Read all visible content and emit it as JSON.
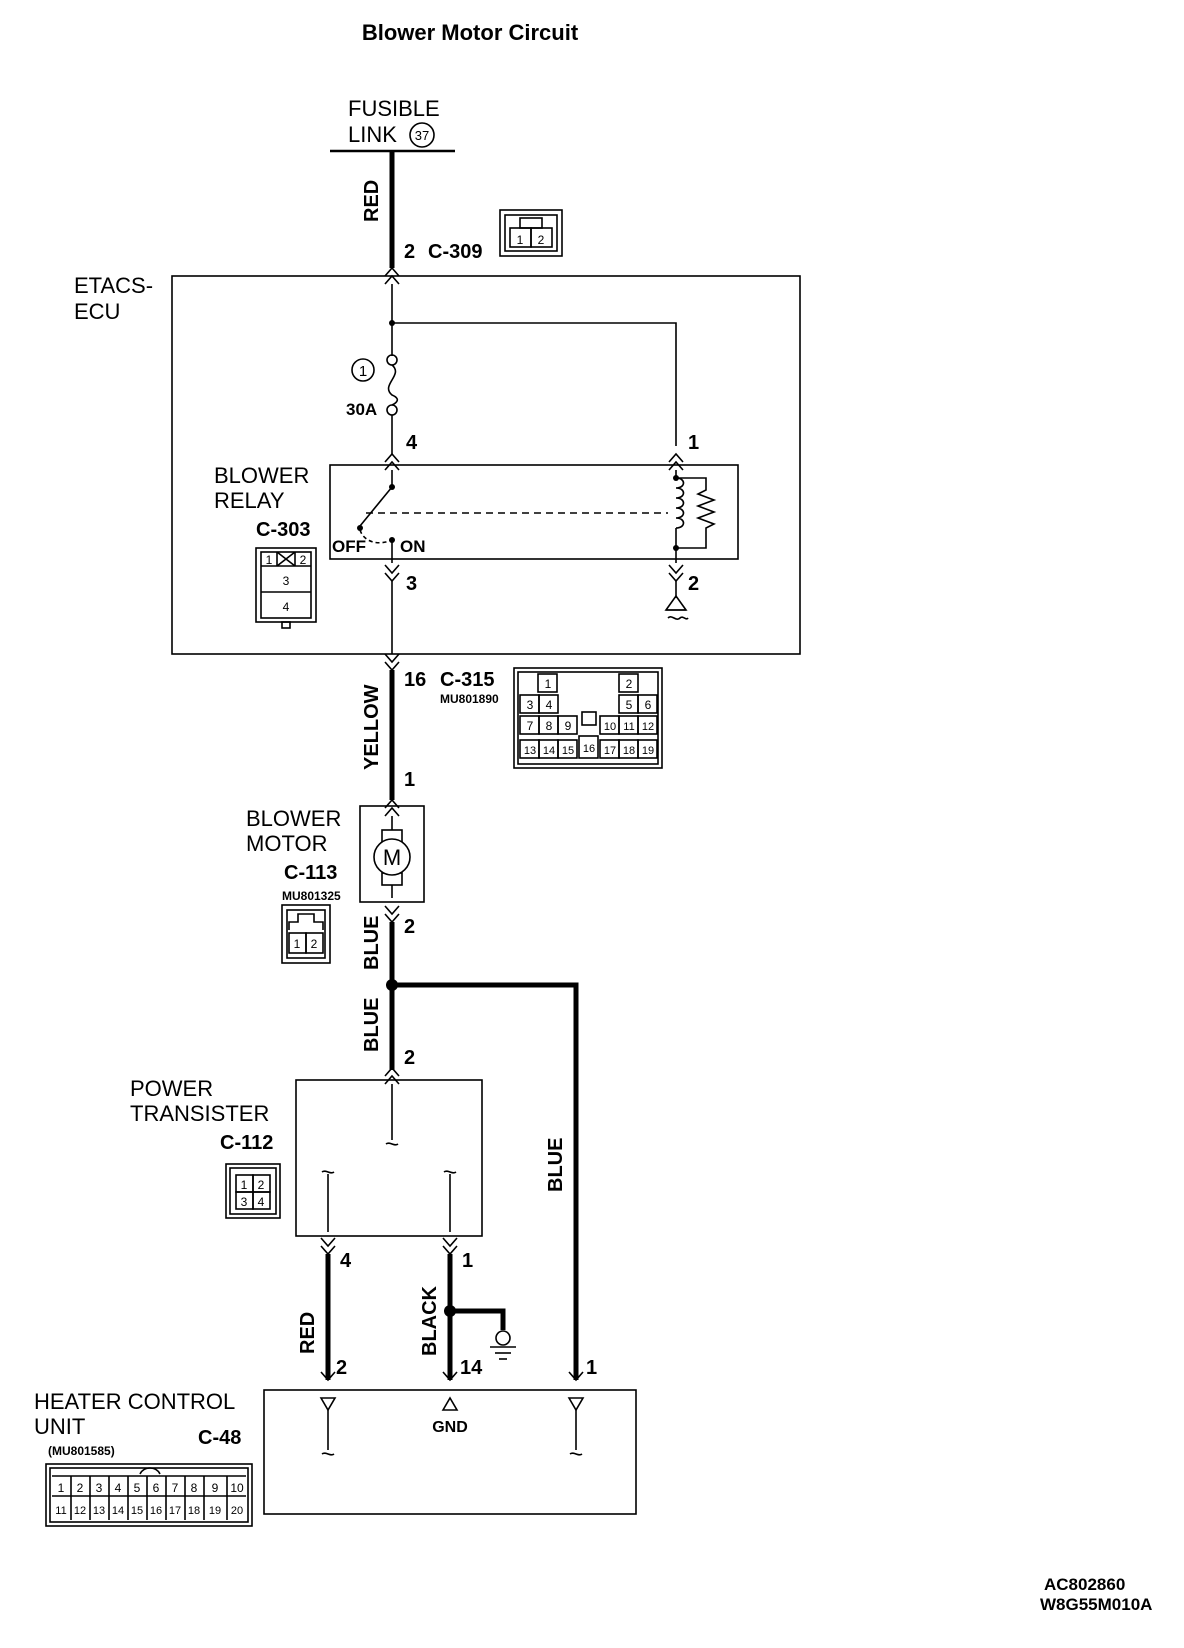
{
  "title": "Blower Motor Circuit",
  "fusible_link": {
    "line1": "FUSIBLE",
    "line2": "LINK",
    "number": "37"
  },
  "wires": {
    "red_top": "RED",
    "yellow": "YELLOW",
    "blue_1": "BLUE",
    "blue_2": "BLUE",
    "blue_3": "BLUE",
    "red_bottom": "RED",
    "black": "BLACK"
  },
  "etacs": {
    "line1": "ETACS-",
    "line2": "ECU"
  },
  "connectors": {
    "c309": {
      "label": "C-309",
      "pin": "2",
      "cells": [
        "1",
        "2"
      ]
    },
    "c303": {
      "label": "C-303",
      "cells": [
        "1",
        "2",
        "3",
        "4"
      ]
    },
    "c315": {
      "label": "C-315",
      "part": "MU801890",
      "pin": "16",
      "cells": [
        "1",
        "2",
        "3",
        "4",
        "5",
        "6",
        "7",
        "8",
        "9",
        "10",
        "11",
        "12",
        "13",
        "14",
        "15",
        "16",
        "17",
        "18",
        "19"
      ]
    },
    "c113": {
      "label": "C-113",
      "part": "MU801325",
      "cells": [
        "1",
        "2"
      ]
    },
    "c112": {
      "label": "C-112",
      "cells": [
        "1",
        "2",
        "3",
        "4"
      ]
    },
    "c48": {
      "label": "C-48",
      "part": "(MU801585)",
      "cells": [
        "1",
        "2",
        "3",
        "4",
        "5",
        "6",
        "7",
        "8",
        "9",
        "10",
        "11",
        "12",
        "13",
        "14",
        "15",
        "16",
        "17",
        "18",
        "19",
        "20"
      ]
    }
  },
  "fuse": {
    "number": "1",
    "rating": "30A"
  },
  "relay": {
    "line1": "BLOWER",
    "line2": "RELAY",
    "off": "OFF",
    "on": "ON",
    "pin4": "4",
    "pin1": "1",
    "pin3": "3",
    "pin2": "2"
  },
  "motor": {
    "line1": "BLOWER",
    "line2": "MOTOR",
    "symbol": "M",
    "pin1": "1",
    "pin2": "2"
  },
  "transistor": {
    "line1": "POWER",
    "line2": "TRANSISTER",
    "pin2": "2",
    "pin4": "4",
    "pin1": "1"
  },
  "heater": {
    "line1": "HEATER CONTROL",
    "line2": "UNIT",
    "gnd": "GND",
    "pin2": "2",
    "pin14": "14",
    "pin1": "1"
  },
  "codes": {
    "line1": "AC802860",
    "line2": "W8G55M010A"
  }
}
